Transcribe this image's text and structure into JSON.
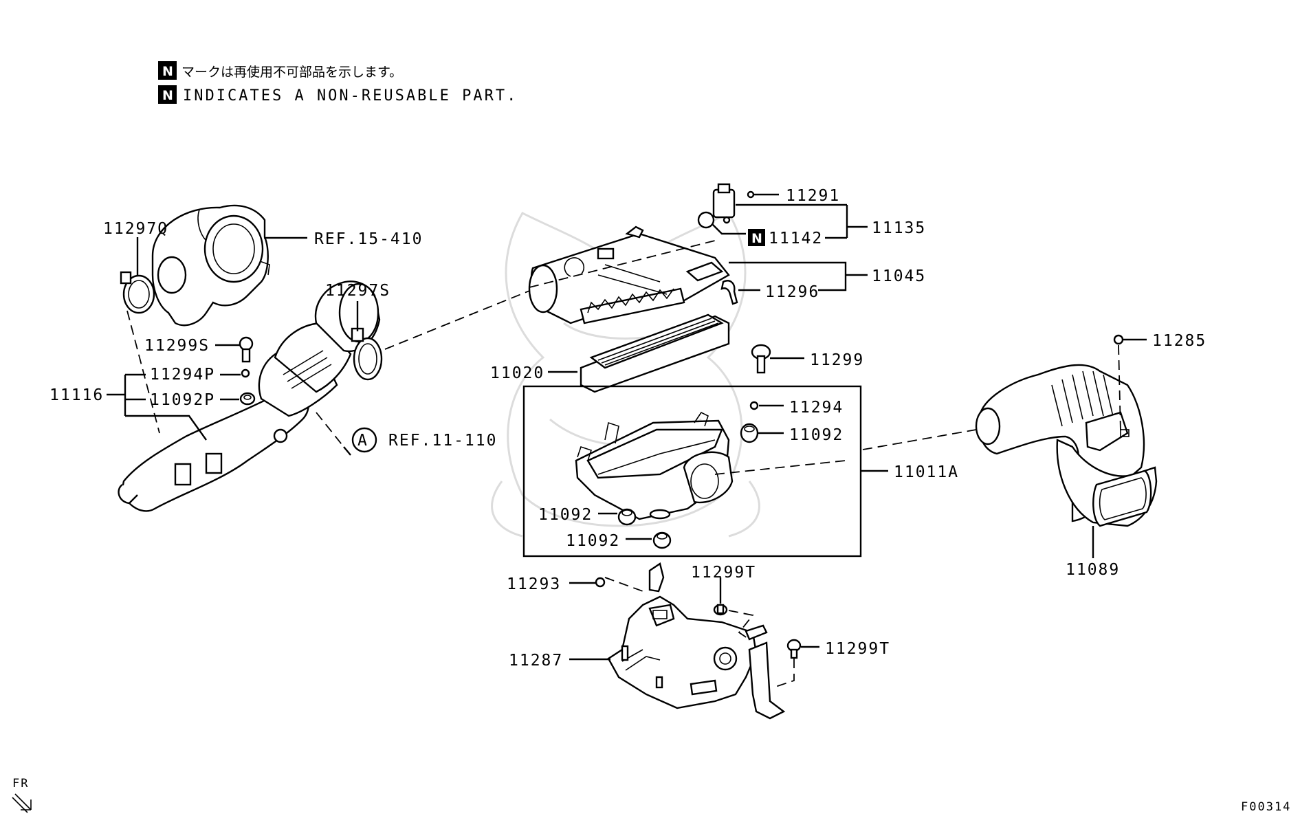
{
  "notes": {
    "badge": "N",
    "japanese": "マークは再使用不可部品を示します。",
    "english": "INDICATES A NON-REUSABLE PART."
  },
  "labels": {
    "p11297Q": "11297Q",
    "ref15": "REF.15-410",
    "p11297S": "11297S",
    "p11299S": "11299S",
    "p11294P": "11294P",
    "p11092P": "11092P",
    "p11116": "11116",
    "circleA": "A",
    "ref11": "REF.11-110",
    "p11291": "11291",
    "p11142": "11142",
    "p11135": "11135",
    "p11045": "11045",
    "p11296": "11296",
    "p11020": "11020",
    "p11299": "11299",
    "p11294": "11294",
    "p11092a": "11092",
    "p11011A": "11011A",
    "p11092b": "11092",
    "p11092c": "11092",
    "p11285": "11285",
    "p11089": "11089",
    "p11293": "11293",
    "p11299Ta": "11299T",
    "p11287": "11287",
    "p11299Tb": "11299T"
  },
  "corner": {
    "fr": "FR",
    "code": "F00314"
  }
}
